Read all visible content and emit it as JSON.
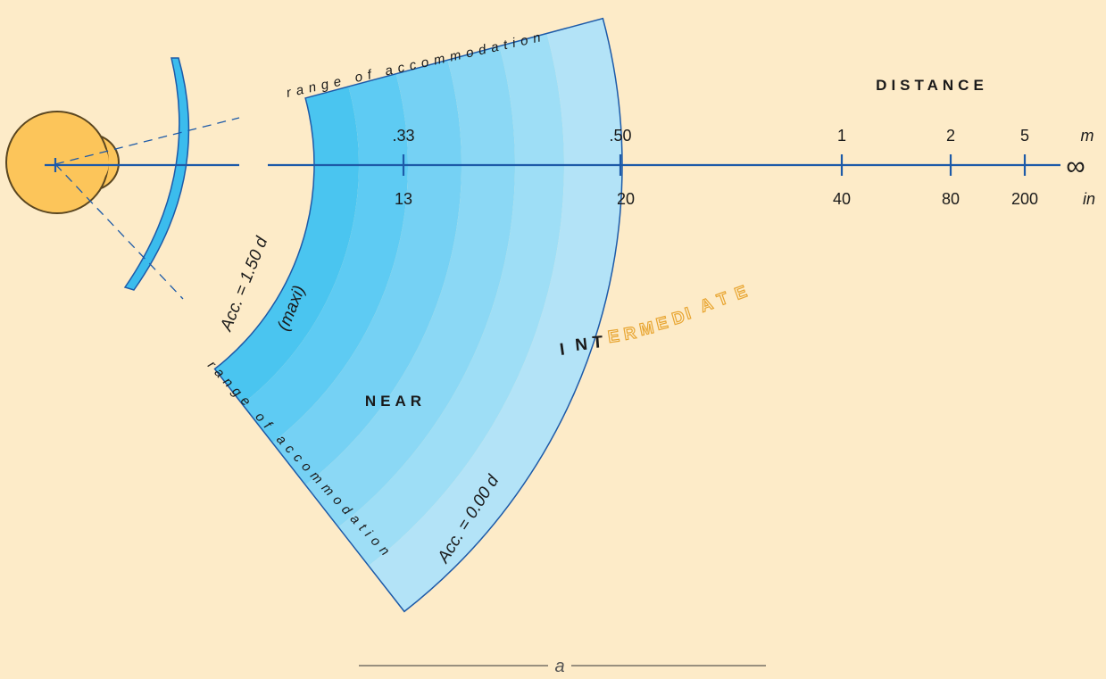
{
  "zones": {
    "distance": "DISTANCE",
    "near": "NEAR",
    "intermediate": [
      "I",
      "N",
      "T",
      "E",
      "R",
      "M",
      "E",
      "D",
      "I",
      "A",
      "T",
      "E"
    ]
  },
  "arc_label_top": "range of accommodation",
  "arc_label_bottom": "range of accommodation",
  "acc_max": "Acc. = 1.50 d",
  "acc_max_note": "(maxi)",
  "acc_zero": "Acc. = 0.00 d",
  "scale": {
    "meters": [
      ".33",
      ".50",
      "1",
      "2",
      "5"
    ],
    "inches": [
      "13",
      "20",
      "40",
      "80",
      "200"
    ],
    "unit_m": "m",
    "unit_in": "in",
    "infinity": "∞"
  },
  "caption": "a",
  "colors": {
    "background": "#fdebc8",
    "axis": "#1d5aa8",
    "eye": "#fcc55a",
    "band_near": "#4ac5f0",
    "band_far": "#b3e3f7",
    "intermediate_outline": "#e8a531"
  }
}
